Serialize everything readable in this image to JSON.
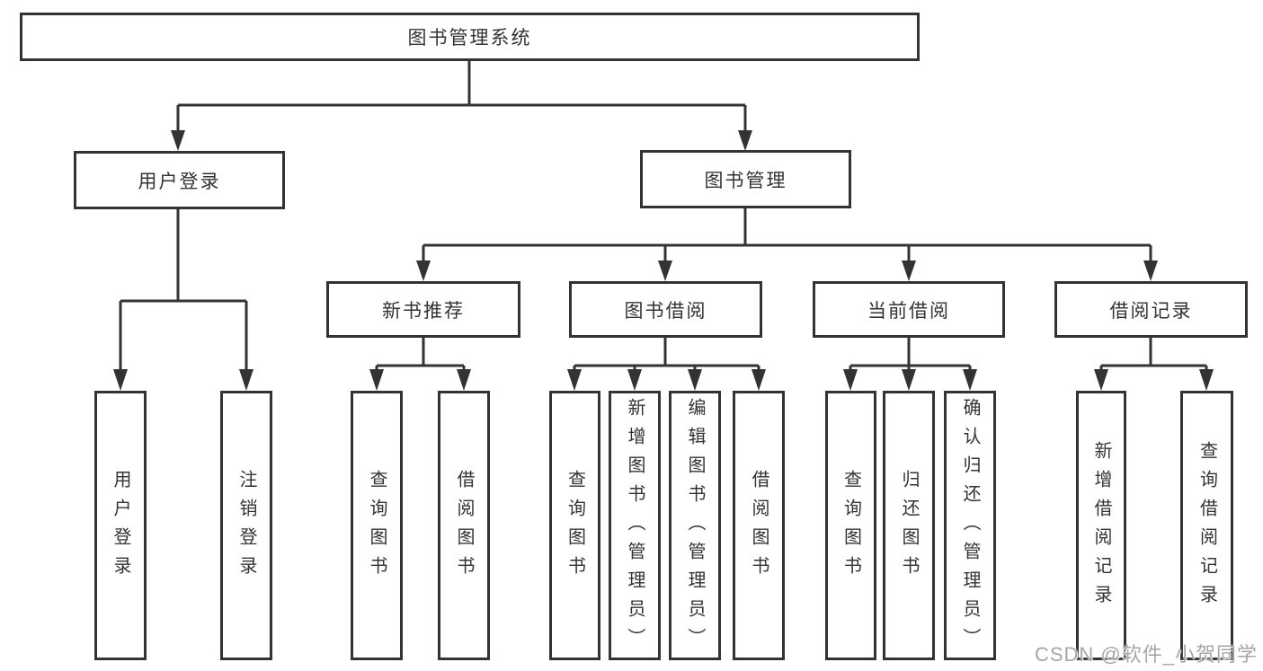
{
  "diagram": {
    "root": {
      "label": "图书管理系统"
    },
    "branches": [
      {
        "label": "用户登录",
        "children": [
          {
            "label": "用户登录"
          },
          {
            "label": "注销登录"
          }
        ]
      },
      {
        "label": "图书管理",
        "children": [
          {
            "label": "新书推荐",
            "children": [
              {
                "label": "查询图书"
              },
              {
                "label": "借阅图书"
              }
            ]
          },
          {
            "label": "图书借阅",
            "children": [
              {
                "label": "查询图书"
              },
              {
                "label": "新增图书（管理员）"
              },
              {
                "label": "编辑图书（管理员）"
              },
              {
                "label": "借阅图书"
              }
            ]
          },
          {
            "label": "当前借阅",
            "children": [
              {
                "label": "查询图书"
              },
              {
                "label": "归还图书"
              },
              {
                "label": "确认归还（管理员）"
              }
            ]
          },
          {
            "label": "借阅记录",
            "children": [
              {
                "label": "新增借阅记录"
              },
              {
                "label": "查询借阅记录"
              }
            ]
          }
        ]
      }
    ],
    "watermark": "CSDN @软件_小贺同学",
    "colors": {
      "line": "#333333",
      "text": "#333333",
      "box_background": "#ffffff",
      "watermark": "#a6a6a6"
    }
  }
}
